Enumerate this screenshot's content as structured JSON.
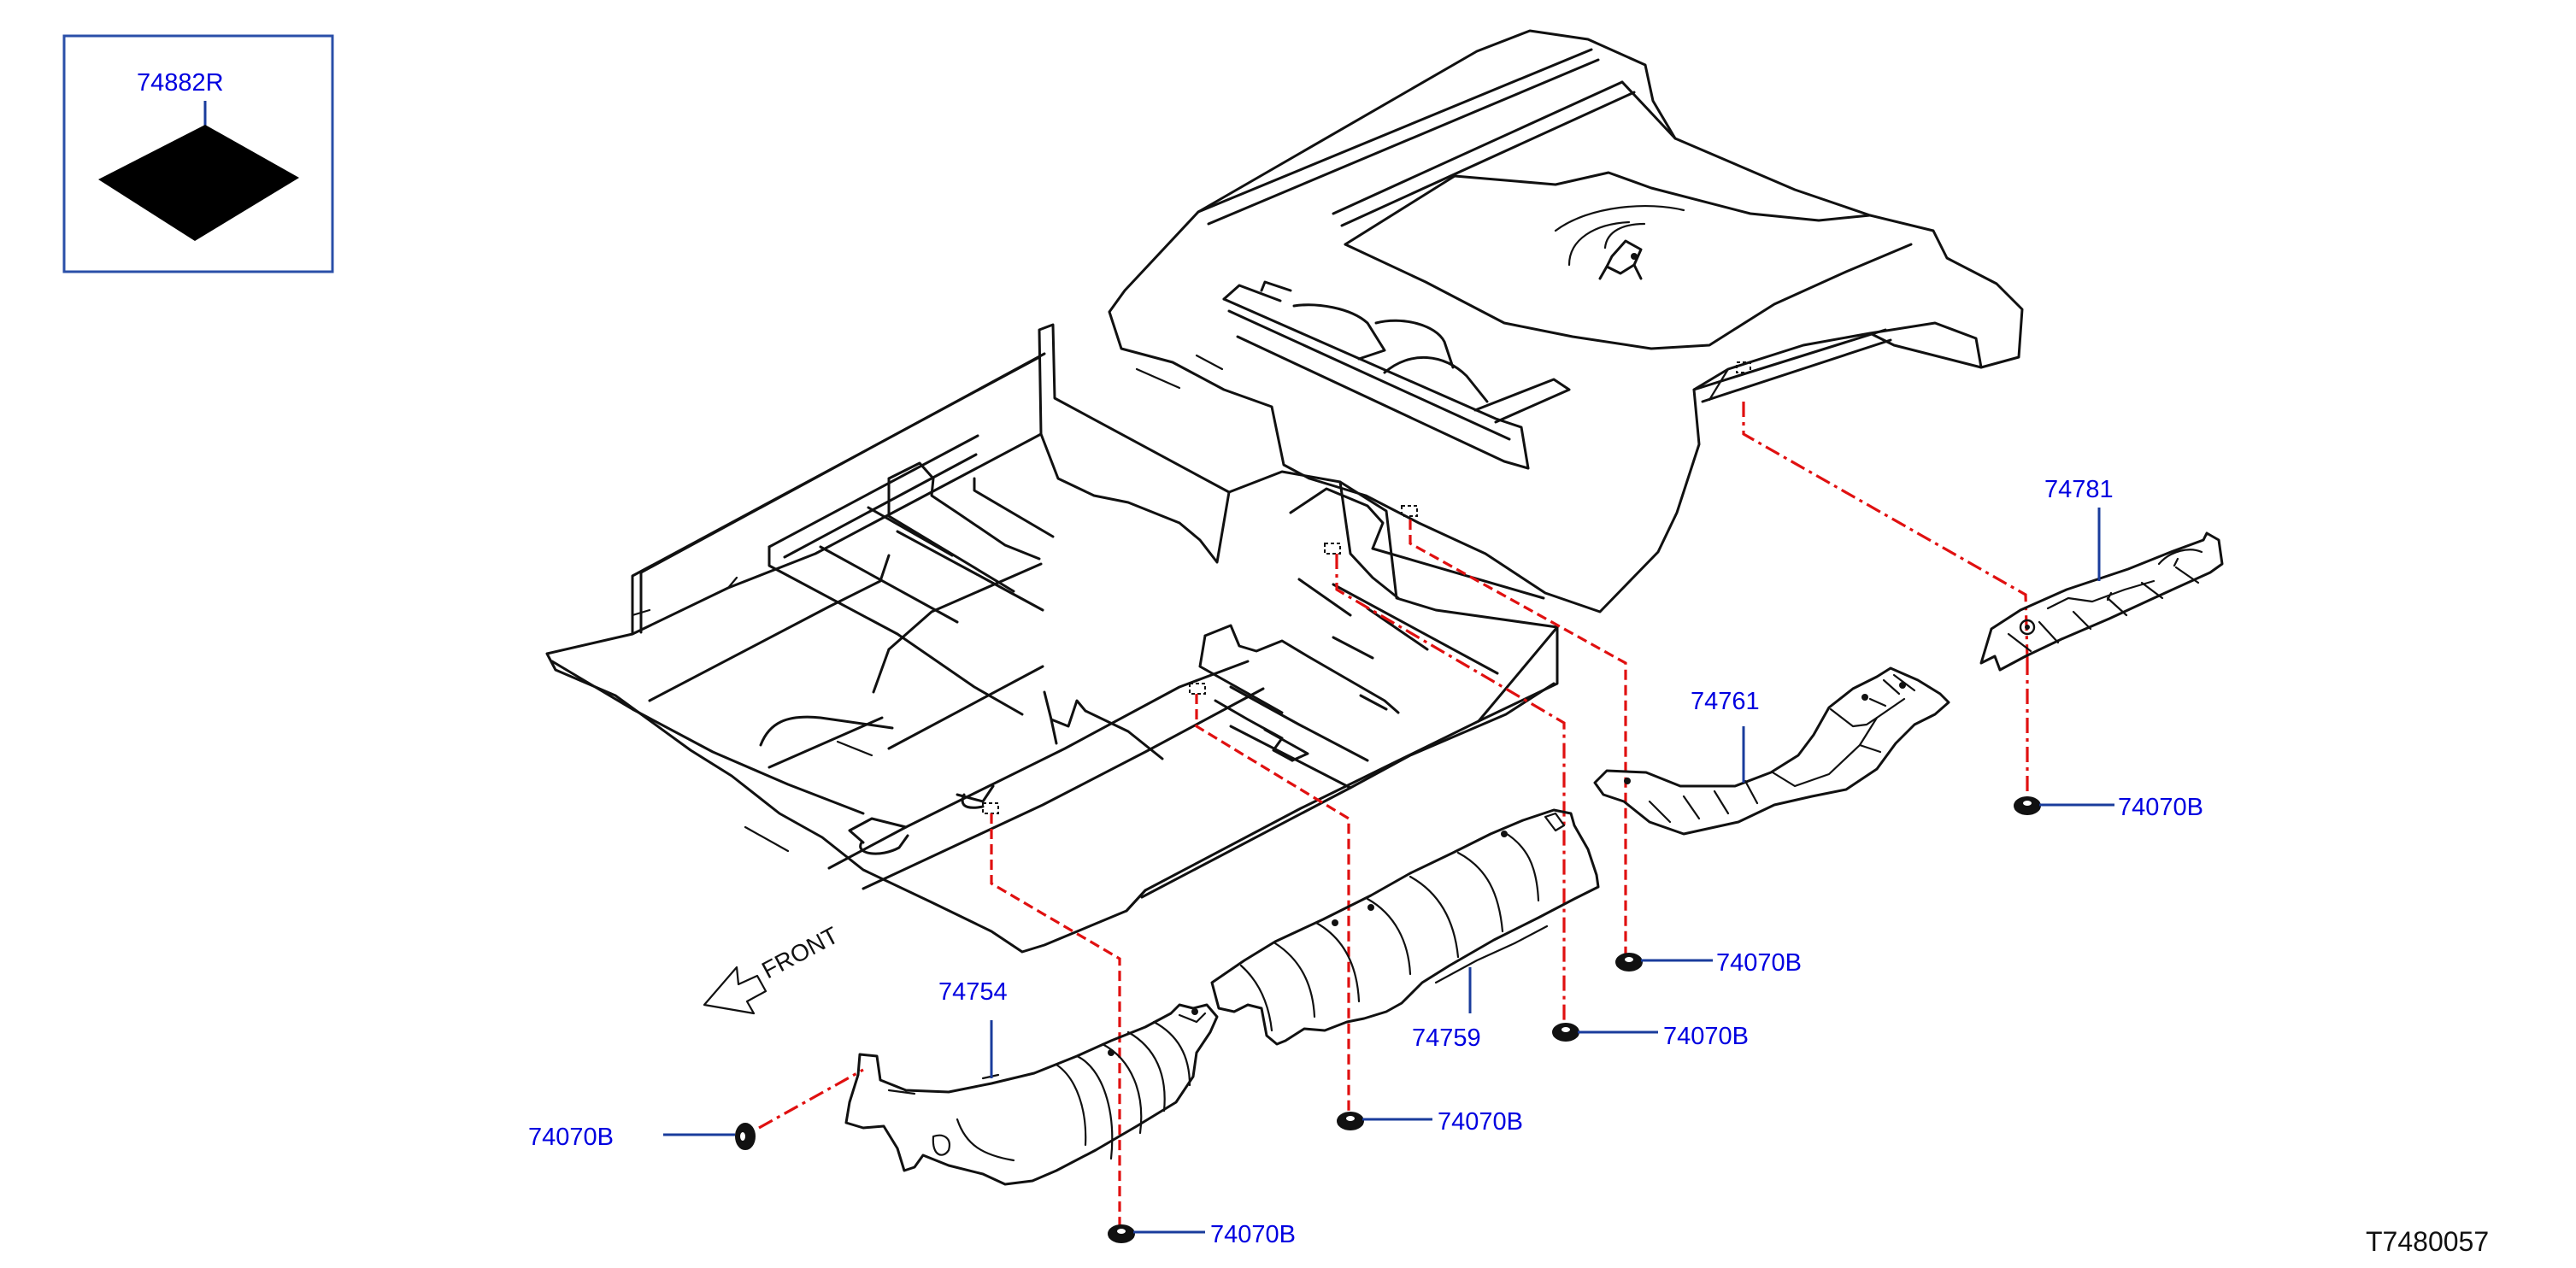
{
  "colors": {
    "callout_text": "#0000e0",
    "leader": "#1a3c9c",
    "linkage": "#e01010",
    "line_art": "#111111"
  },
  "inset": {
    "part": "74882R"
  },
  "parts": {
    "p74781": "74781",
    "p74761": "74761",
    "p74759": "74759",
    "p74754": "74754",
    "clip_a": "74070B",
    "clip_b": "74070B",
    "clip_c": "74070B",
    "clip_d": "74070B",
    "clip_e": "74070B",
    "clip_f": "74070B"
  },
  "front_label": "FRONT",
  "drawing_number": "T7480057"
}
